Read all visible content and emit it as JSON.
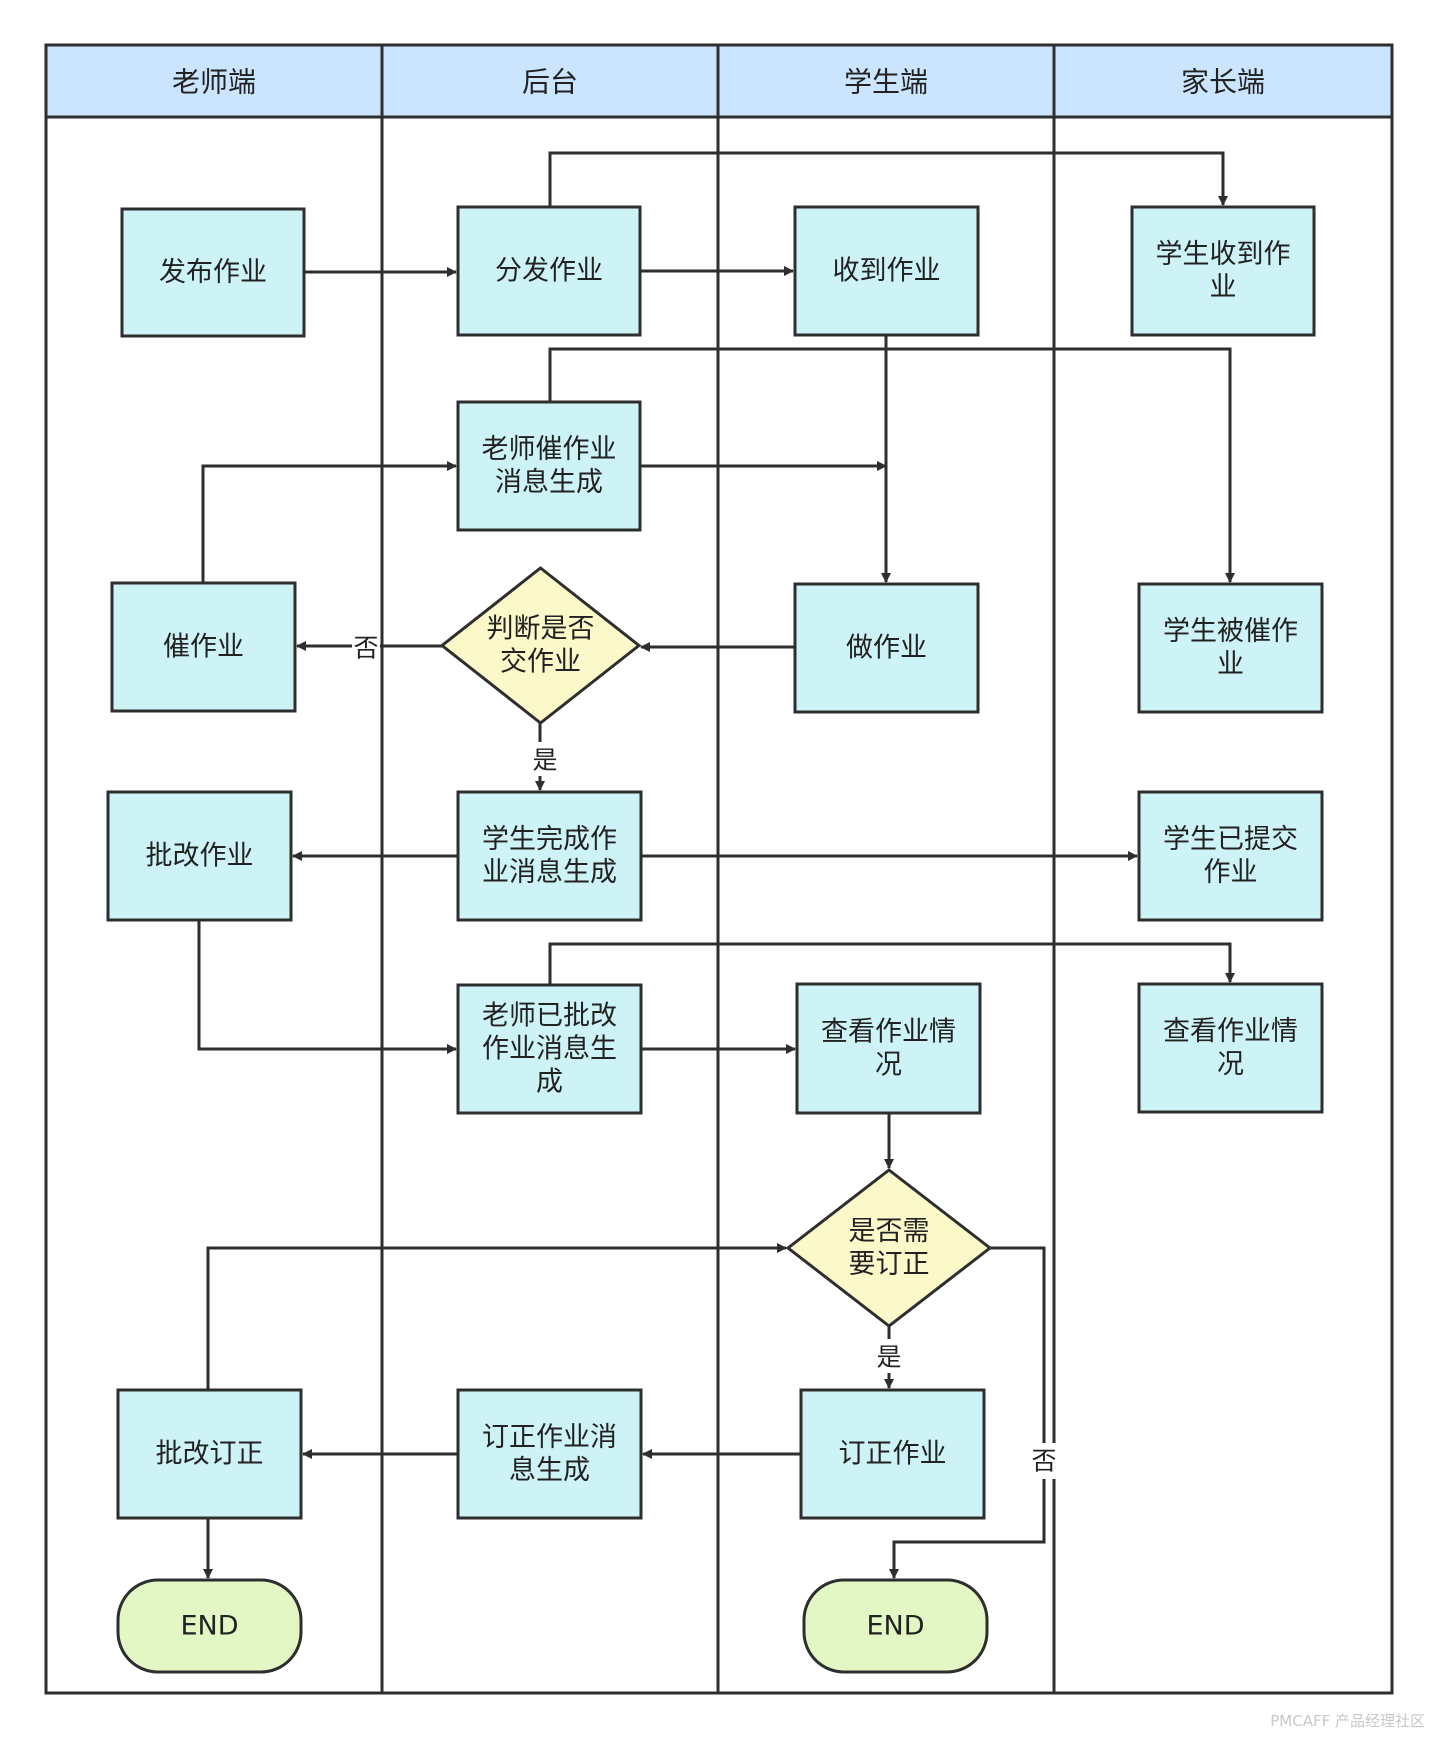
{
  "lanes": [
    {
      "id": "teacher",
      "label": "老师端"
    },
    {
      "id": "backend",
      "label": "后台"
    },
    {
      "id": "student",
      "label": "学生端"
    },
    {
      "id": "parent",
      "label": "家长端"
    }
  ],
  "nodes": [
    {
      "id": "publish",
      "type": "process",
      "lines": [
        "发布作业"
      ]
    },
    {
      "id": "distribute",
      "type": "process",
      "lines": [
        "分发作业"
      ]
    },
    {
      "id": "receive",
      "type": "process",
      "lines": [
        "收到作业"
      ]
    },
    {
      "id": "parent_received",
      "type": "process",
      "lines": [
        "学生收到作",
        "业"
      ]
    },
    {
      "id": "urge_msg",
      "type": "process",
      "lines": [
        "老师催作业",
        "消息生成"
      ]
    },
    {
      "id": "urge",
      "type": "process",
      "lines": [
        "催作业"
      ]
    },
    {
      "id": "check_submit",
      "type": "decision",
      "lines": [
        "判断是否",
        "交作业"
      ]
    },
    {
      "id": "do_hw",
      "type": "process",
      "lines": [
        "做作业"
      ]
    },
    {
      "id": "parent_urged",
      "type": "process",
      "lines": [
        "学生被催作",
        "业"
      ]
    },
    {
      "id": "grade",
      "type": "process",
      "lines": [
        "批改作业"
      ]
    },
    {
      "id": "done_msg",
      "type": "process",
      "lines": [
        "学生完成作",
        "业消息生成"
      ]
    },
    {
      "id": "parent_submitted",
      "type": "process",
      "lines": [
        "学生已提交",
        "作业"
      ]
    },
    {
      "id": "graded_msg",
      "type": "process",
      "lines": [
        "老师已批改",
        "作业消息生",
        "成"
      ]
    },
    {
      "id": "view_student",
      "type": "process",
      "lines": [
        "查看作业情",
        "况"
      ]
    },
    {
      "id": "view_parent",
      "type": "process",
      "lines": [
        "查看作业情",
        "况"
      ]
    },
    {
      "id": "need_fix",
      "type": "decision",
      "lines": [
        "是否需",
        "要订正"
      ]
    },
    {
      "id": "grade_fix",
      "type": "process",
      "lines": [
        "批改订正"
      ]
    },
    {
      "id": "fix_msg",
      "type": "process",
      "lines": [
        "订正作业消",
        "息生成"
      ]
    },
    {
      "id": "fix_hw",
      "type": "process",
      "lines": [
        "订正作业"
      ]
    },
    {
      "id": "end_teacher",
      "type": "terminal",
      "lines": [
        "END"
      ]
    },
    {
      "id": "end_student",
      "type": "terminal",
      "lines": [
        "END"
      ]
    }
  ],
  "edge_labels": {
    "no_submit": "否",
    "yes_submit": "是",
    "yes_fix": "是",
    "no_fix": "否"
  },
  "watermark": "PMCAFF 产品经理社区",
  "colors": {
    "lane_header": "#cce5ff",
    "process": "#cdf3f6",
    "decision": "#fbf8c9",
    "terminal": "#e2f7c4",
    "stroke": "#2e2e2e"
  }
}
